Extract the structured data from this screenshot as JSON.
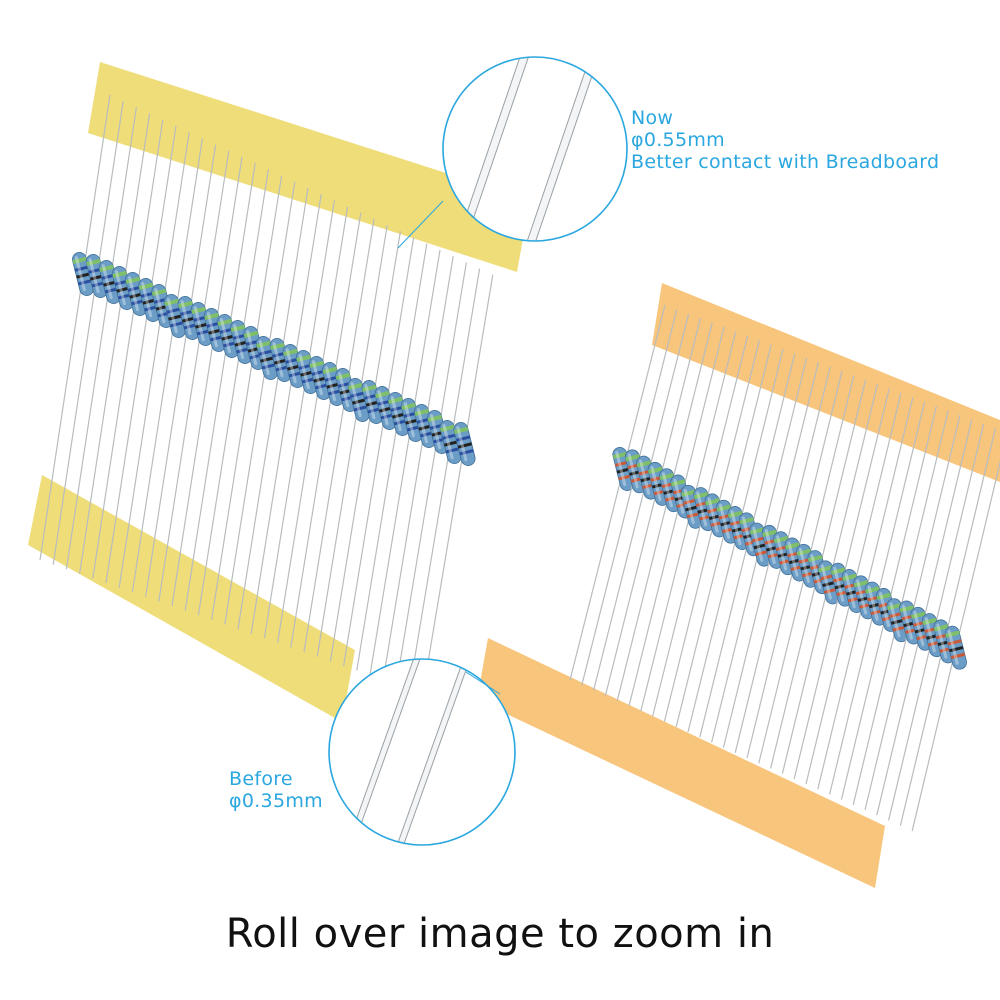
{
  "colors": {
    "callout_accent": "#2aa7df",
    "tape_yellow": "#efdd7a",
    "tape_orange": "#f8c57d",
    "resistor_body": "#6b9dc6",
    "lead_wire": "#b8bcbf"
  },
  "callouts": {
    "now": {
      "line1": "Now",
      "line2": "φ0.55mm",
      "line3": "Better contact with Breadboard"
    },
    "before": {
      "line1": "Before",
      "line2": "φ0.35mm"
    }
  },
  "hint": {
    "zoom_text": "Roll over image to zoom in"
  },
  "icons": {
    "zoom": "magnifier-lens"
  }
}
